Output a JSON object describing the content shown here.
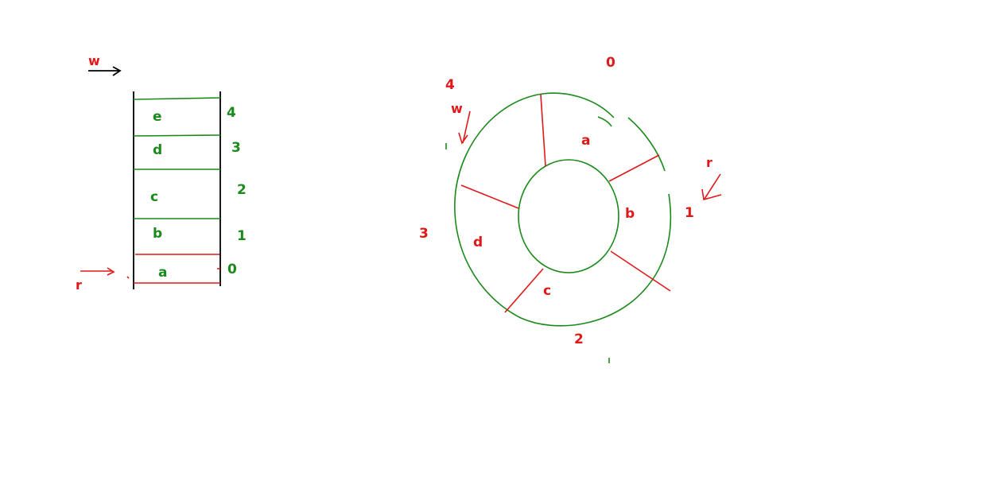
{
  "linear_buffer": {
    "write_pointer_label": "w",
    "read_pointer_label": "r",
    "cells": [
      {
        "content": "a",
        "index": "0"
      },
      {
        "content": "b",
        "index": "1"
      },
      {
        "content": "c",
        "index": "2"
      },
      {
        "content": "d",
        "index": "3"
      },
      {
        "content": "e",
        "index": "4"
      }
    ]
  },
  "circular_buffer": {
    "write_pointer_label": "w",
    "read_pointer_label": "r",
    "segments": [
      {
        "content": "a",
        "index": "0"
      },
      {
        "content": "b",
        "index": "1"
      },
      {
        "content": "c",
        "index": "2"
      },
      {
        "content": "d",
        "index": "3"
      }
    ],
    "extra_index": "4"
  },
  "colors": {
    "green": "#1a8a1a",
    "red": "#e01818",
    "black": "#000000"
  }
}
